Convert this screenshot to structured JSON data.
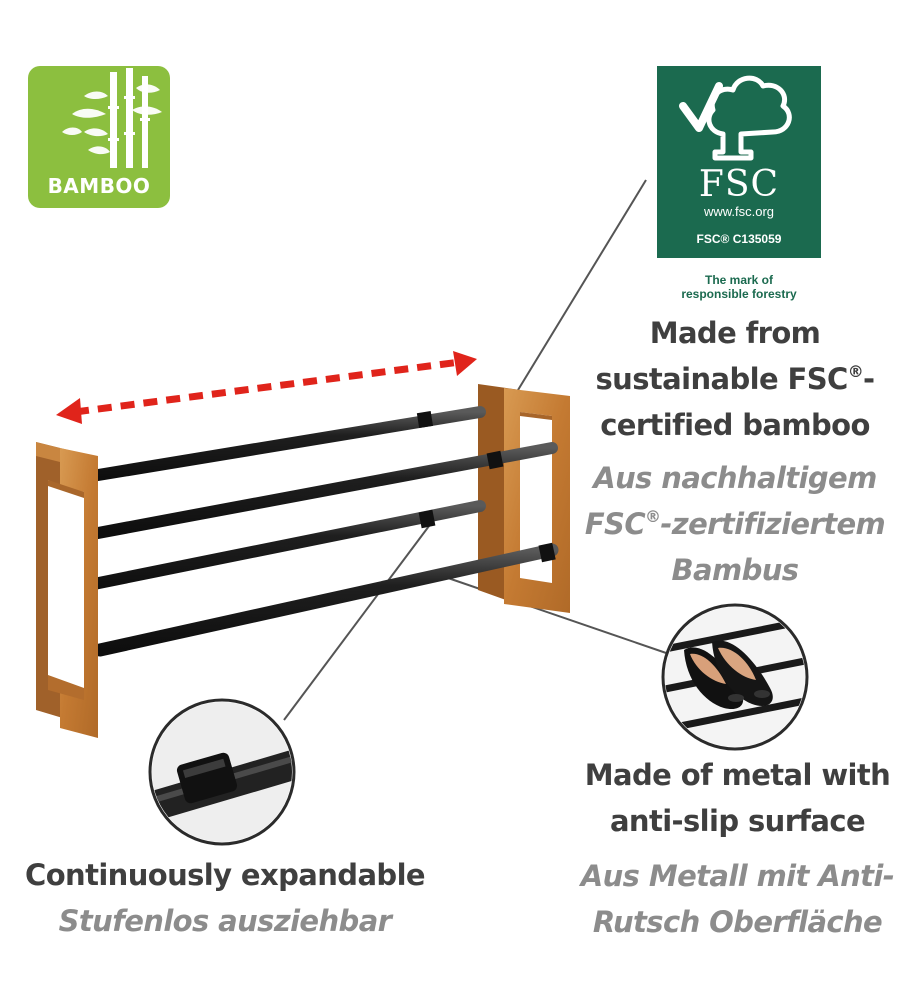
{
  "badges": {
    "bamboo": {
      "label": "BAMBOO",
      "icon": "bamboo-icon",
      "color": "#8cbf3f"
    },
    "fsc": {
      "wordmark": "FSC",
      "url": "www.fsc.org",
      "code": "FSC® C135059",
      "tagline_line1": "The mark of",
      "tagline_line2": "responsible forestry",
      "icon": "fsc-tree-check-icon",
      "color": "#1b6a4f"
    }
  },
  "features": {
    "fsc": {
      "en_line1": "Made from",
      "en_line2_pre": "sustainable FSC",
      "en_line2_post": "-",
      "en_line3": "certified bamboo",
      "de_line1": "Aus nachhaltigem",
      "de_line2_pre": "FSC",
      "de_line2_post": "-zertifiziertem",
      "de_line3": "Bambus",
      "reg": "®"
    },
    "metal": {
      "en_line1": "Made of metal with",
      "en_line2": "anti-slip surface",
      "de_line1": "Aus Metall mit Anti-",
      "de_line2": "Rutsch Oberfläche"
    },
    "expand": {
      "en": "Continuously expandable",
      "de": "Stufenlos ausziehbar"
    }
  },
  "colors": {
    "bamboo_wood": "#c57f35",
    "rod": "#2b2b2b",
    "arrow": "#e0241b",
    "callout_line": "#555555"
  }
}
